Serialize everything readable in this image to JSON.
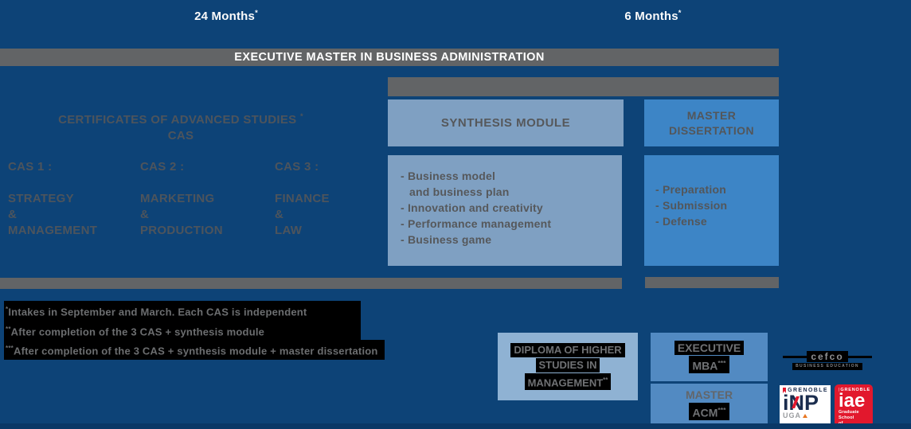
{
  "colors": {
    "background": "#0d4377",
    "gray_bar": "#626466",
    "synthesis_blue": "#7fa0c2",
    "dissertation_blue": "#3d85c6",
    "diploma_blue": "#8fb2d3",
    "outcome_blue": "#528ac2",
    "highlight_black": "#000000",
    "logo_red": "#e2182d",
    "logo_navy": "#1b2d4e",
    "bottom_strip": "#0a3866"
  },
  "timeline": {
    "left": {
      "text": "24 Months",
      "sup": "*"
    },
    "right": {
      "text": "6 Months",
      "sup": "*"
    }
  },
  "title_bar": "EXECUTIVE MASTER IN BUSINESS ADMINISTRATION",
  "cas": {
    "heading": "CERTIFICATES OF ADVANCED STUDIES",
    "heading_sup": "*",
    "heading2": "CAS",
    "columns": [
      {
        "label": "CAS 1 :",
        "lines": [
          "STRATEGY",
          "&",
          "MANAGEMENT"
        ]
      },
      {
        "label": "CAS 2 :",
        "lines": [
          "MARKETING",
          "&",
          "PRODUCTION"
        ]
      },
      {
        "label": "CAS 3 :",
        "lines": [
          "FINANCE",
          "&",
          "LAW"
        ]
      }
    ]
  },
  "synthesis": {
    "title": "SYNTHESIS MODULE",
    "items": [
      "- Business model",
      "and business plan",
      "- Innovation and creativity",
      "- Performance management",
      "- Business game"
    ]
  },
  "dissertation": {
    "title1": "MASTER",
    "title2": "DISSERTATION",
    "items": [
      "- Preparation",
      "- Submission",
      "- Defense"
    ]
  },
  "footnotes": [
    {
      "sup": "*",
      "text": "Intakes in September and March. Each CAS is independent"
    },
    {
      "sup": "**",
      "text": "After completion of the 3 CAS + synthesis module"
    },
    {
      "sup": "***",
      "text": "After completion of the 3 CAS + synthesis module + master dissertation"
    }
  ],
  "outcomes": {
    "diploma": {
      "line1": "DIPLOMA OF HIGHER",
      "line2": "STUDIES IN",
      "line3": "MANAGEMENT",
      "line3_sup": "**"
    },
    "mba": {
      "line1": "EXECUTIVE",
      "line2": "MBA",
      "sup": "***"
    },
    "acm": {
      "line1": "MASTER",
      "line2": "ACM",
      "sup": "***"
    }
  },
  "logos": {
    "cefco": {
      "name": "cefco",
      "tagline": "BUSINESS EDUCATION"
    },
    "inp": {
      "city": "GRENOBLE",
      "name": "iNP",
      "sub": "UGA"
    },
    "iae": {
      "city": "GRENOBLE",
      "name": "iae",
      "sub1": "Graduate School",
      "sub2": "of Management"
    }
  }
}
